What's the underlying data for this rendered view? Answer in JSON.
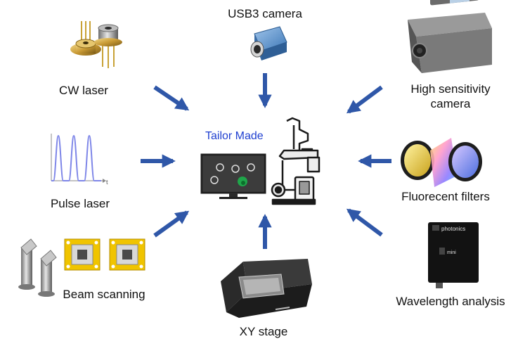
{
  "center": {
    "title": "Tailor Made"
  },
  "components": {
    "usb3_camera": "USB3 camera",
    "cw_laser": "CW laser",
    "high_sensitivity_camera_line1": "High sensitivity",
    "high_sensitivity_camera_line2": "camera",
    "pulse_laser": "Pulse laser",
    "fluorescent_filters": "Fluorecent  filters",
    "beam_scanning": "Beam scanning",
    "xy_stage": "XY stage",
    "wavelength_analysis": "Wavelength analysis"
  },
  "pulse_plot": {
    "axis_label": "t"
  },
  "spectrometer": {
    "brand": "photonics",
    "model": "mini"
  },
  "colors": {
    "arrow": "#2f57a8",
    "title": "#1f3fd0",
    "pulse": "#7e86e8"
  }
}
